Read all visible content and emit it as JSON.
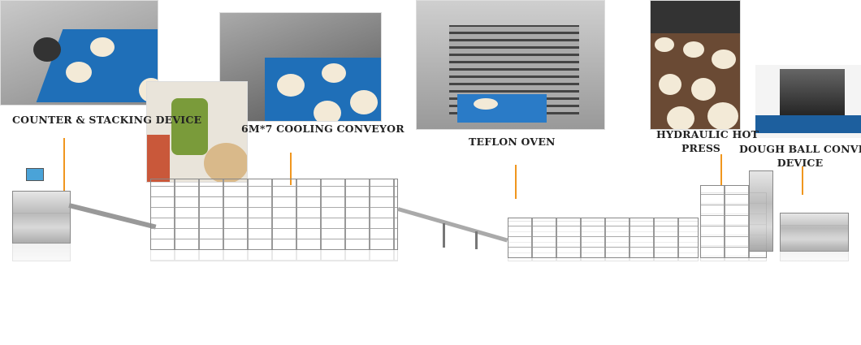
{
  "labels": {
    "counter": "COUNTER & STACKING DEVICE",
    "cooling": "6M*7 COOLING CONVEYOR",
    "oven": "TEFLON OVEN",
    "press_line1": "HYDRAULIC HOT",
    "press_line2": "PRESS",
    "dough_line1": "DOUGH BALL CONVEYING",
    "dough_line2": "DEVICE"
  },
  "colors": {
    "accent": "#f0961e",
    "belt": "#1e6fb5",
    "steel": "#c8c8c8"
  }
}
